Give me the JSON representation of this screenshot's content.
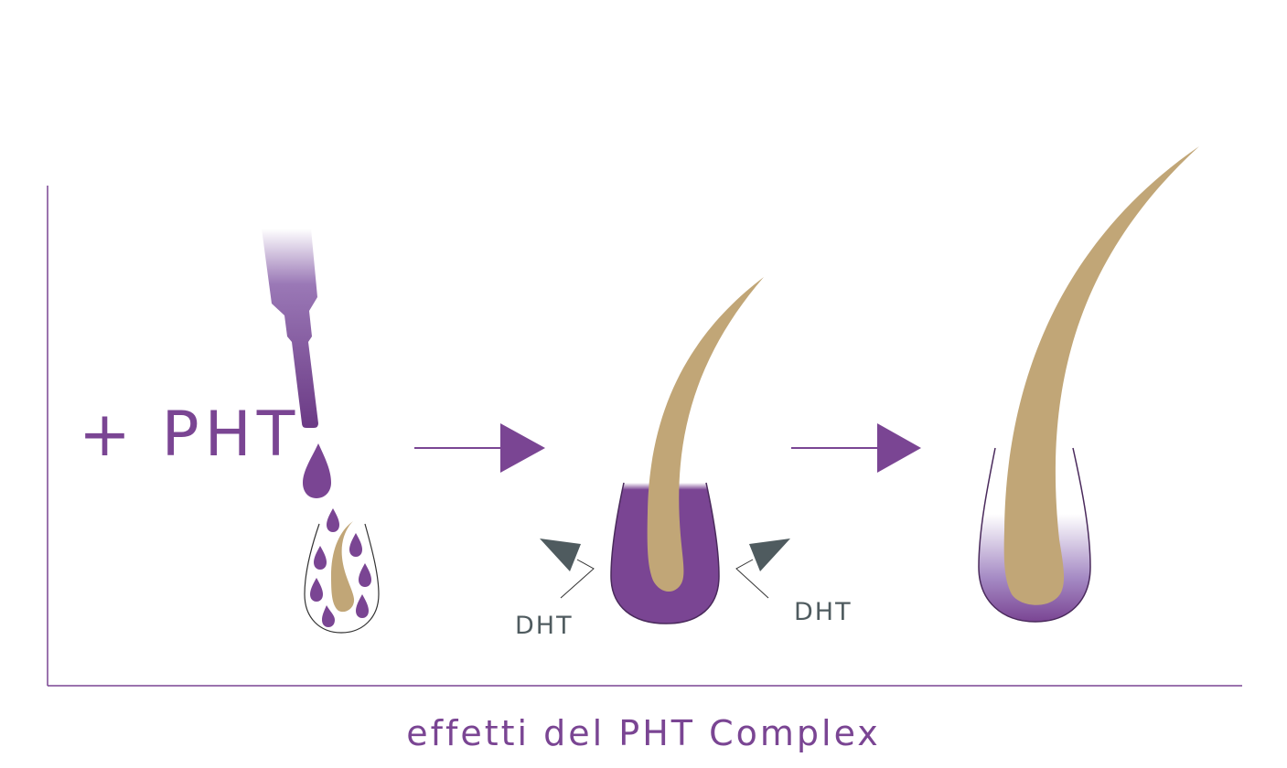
{
  "labels": {
    "treatment": "+ PHT",
    "dht_left": "DHT",
    "dht_right": "DHT",
    "caption": "effetti del PHT Complex"
  },
  "colors": {
    "purple": "#7a4593",
    "purple_dark": "#6b3a85",
    "hair": "#c1a677",
    "gray": "#4f5b5f",
    "axis": "#7a4593"
  }
}
